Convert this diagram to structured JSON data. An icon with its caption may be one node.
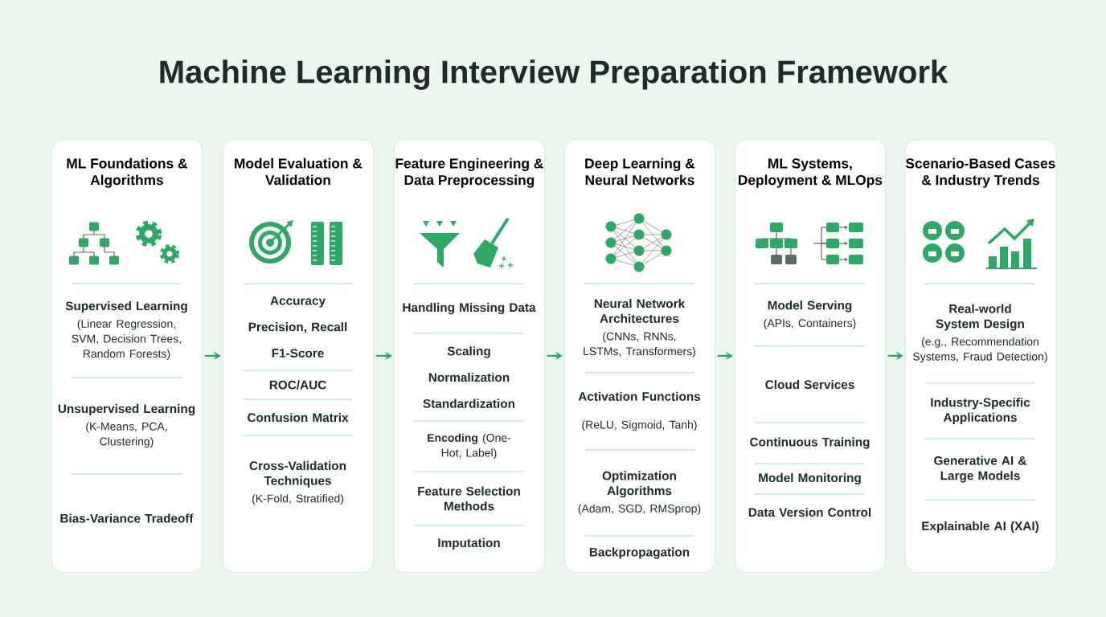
{
  "diagram": {
    "title": "Machine Learning Interview Preparation Framework",
    "nodes": [
      {
        "text": [
          "ML Foundations & Algorithms"
        ]
      },
      {
        "text": [
          "Supervised Learning",
          "(Linear Regression, SVM, Decision Trees, Random Forests)"
        ],
        "in": 0
      },
      {
        "text": [
          "Unsupervised Learning",
          "(K-Means, PCA, Clustering)"
        ],
        "in": 0
      },
      {
        "text": [
          "Bias-Variance Tradeoff"
        ],
        "in": 0
      },
      {
        "text": [
          "Model Evaluation & Validation"
        ]
      },
      {
        "text": [
          "Accuracy",
          "Precision, Recall",
          "F1-Score"
        ],
        "in": 4
      },
      {
        "text": [
          "ROC/AUC"
        ],
        "in": 4
      },
      {
        "text": [
          "Confusion Matrix"
        ],
        "in": 4
      },
      {
        "text": [
          "Cross-Validation Techniques",
          "(K-Fold, Stratified)"
        ],
        "in": 4
      },
      {
        "text": [
          "Feature Engineering & Data Preprocessing"
        ]
      },
      {
        "text": [
          "Handling Missing Data"
        ],
        "in": 9
      },
      {
        "text": [
          "Scaling",
          "Normalization",
          "Standardization"
        ],
        "in": 9
      },
      {
        "text": [
          "**Encoding** (One-Hot, Label)"
        ],
        "in": 9
      },
      {
        "text": [
          "Feature Selection Methods"
        ],
        "in": 9
      },
      {
        "text": [
          "Imputation"
        ],
        "in": 9
      },
      {
        "text": [
          "Deep Learning & Neural Networks"
        ]
      },
      {
        "text": [
          "Neural Network Architectures",
          "(CNNs, RNNs, LSTMs, Transformers)"
        ],
        "in": 15
      },
      {
        "text": [
          "Activation Functions",
          "(ReLU, Sigmoid, Tanh)"
        ],
        "in": 15
      },
      {
        "text": [
          "Optimization Algorithms",
          "(Adam, SGD, RMSprop)"
        ],
        "in": 15
      },
      {
        "text": [
          "Backpropagation"
        ],
        "in": 15
      },
      {
        "text": [
          "ML Systems, Deployment & MLOps"
        ]
      },
      {
        "text": [
          "Model Serving",
          "(APIs, Containers)"
        ],
        "in": 20
      },
      {
        "text": [
          "Cloud Services"
        ],
        "in": 20
      },
      {
        "text": [
          "Continuous Training"
        ],
        "in": 20
      },
      {
        "text": [
          "Model Monitoring"
        ],
        "in": 20
      },
      {
        "text": [
          "Data Version Control"
        ],
        "in": 20
      },
      {
        "text": [
          "Scenario-Based Cases & Industry Trends"
        ]
      },
      {
        "text": [
          "Real-world System Design",
          "(e.g., Recommendation Systems, Fraud Detection)"
        ],
        "in": 26
      },
      {
        "text": [
          "Industry-Specific Applications"
        ],
        "in": 26
      },
      {
        "text": [
          "Generative AI & Large Models"
        ],
        "in": 26
      },
      {
        "text": [
          "Explainable AI (XAI)"
        ],
        "in": 26
      }
    ],
    "edges": [
      {
        "from": 0,
        "to": 4,
        "arrow": "to"
      },
      {
        "from": 4,
        "to": 9,
        "arrow": "to"
      },
      {
        "from": 9,
        "to": 15,
        "arrow": "to"
      },
      {
        "from": 15,
        "to": 20,
        "arrow": "to"
      },
      {
        "from": 20,
        "to": 26,
        "arrow": "to"
      }
    ]
  }
}
